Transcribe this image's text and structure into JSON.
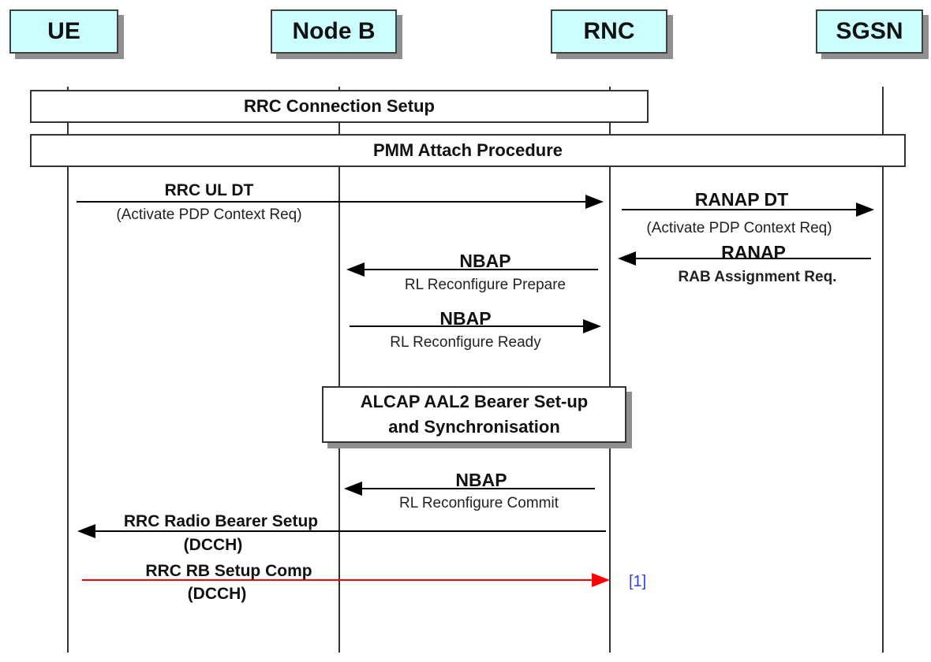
{
  "entities": {
    "ue": "UE",
    "nodeb": "Node B",
    "rnc": "RNC",
    "sgsn": "SGSN"
  },
  "procedures": {
    "rrc_connection_setup": "RRC Connection Setup",
    "pmm_attach": "PMM Attach Procedure",
    "alcap_line1": "ALCAP AAL2 Bearer Set-up",
    "alcap_line2": "and Synchronisation"
  },
  "messages": {
    "rrc_ul_dt": {
      "title": "RRC UL DT",
      "sub": "(Activate PDP Context Req)"
    },
    "ranap_dt": {
      "title": "RANAP DT",
      "sub": "(Activate PDP Context Req)"
    },
    "ranap_rab": {
      "title": "RANAP",
      "sub": "RAB Assignment Req."
    },
    "nbap_prepare": {
      "title": "NBAP",
      "sub": "RL Reconfigure Prepare"
    },
    "nbap_ready": {
      "title": "NBAP",
      "sub": "RL Reconfigure Ready"
    },
    "nbap_commit": {
      "title": "NBAP",
      "sub": "RL Reconfigure Commit"
    },
    "rrc_rb_setup": {
      "title": "RRC Radio Bearer Setup",
      "sub": "(DCCH)"
    },
    "rrc_rb_setup_comp": {
      "title": "RRC RB Setup Comp",
      "sub": "(DCCH)"
    }
  },
  "reference_note": "[1]",
  "colors": {
    "entity_fill": "#ccffff",
    "highlight_arrow": "#ff0000",
    "reference_text": "#3344dd"
  }
}
